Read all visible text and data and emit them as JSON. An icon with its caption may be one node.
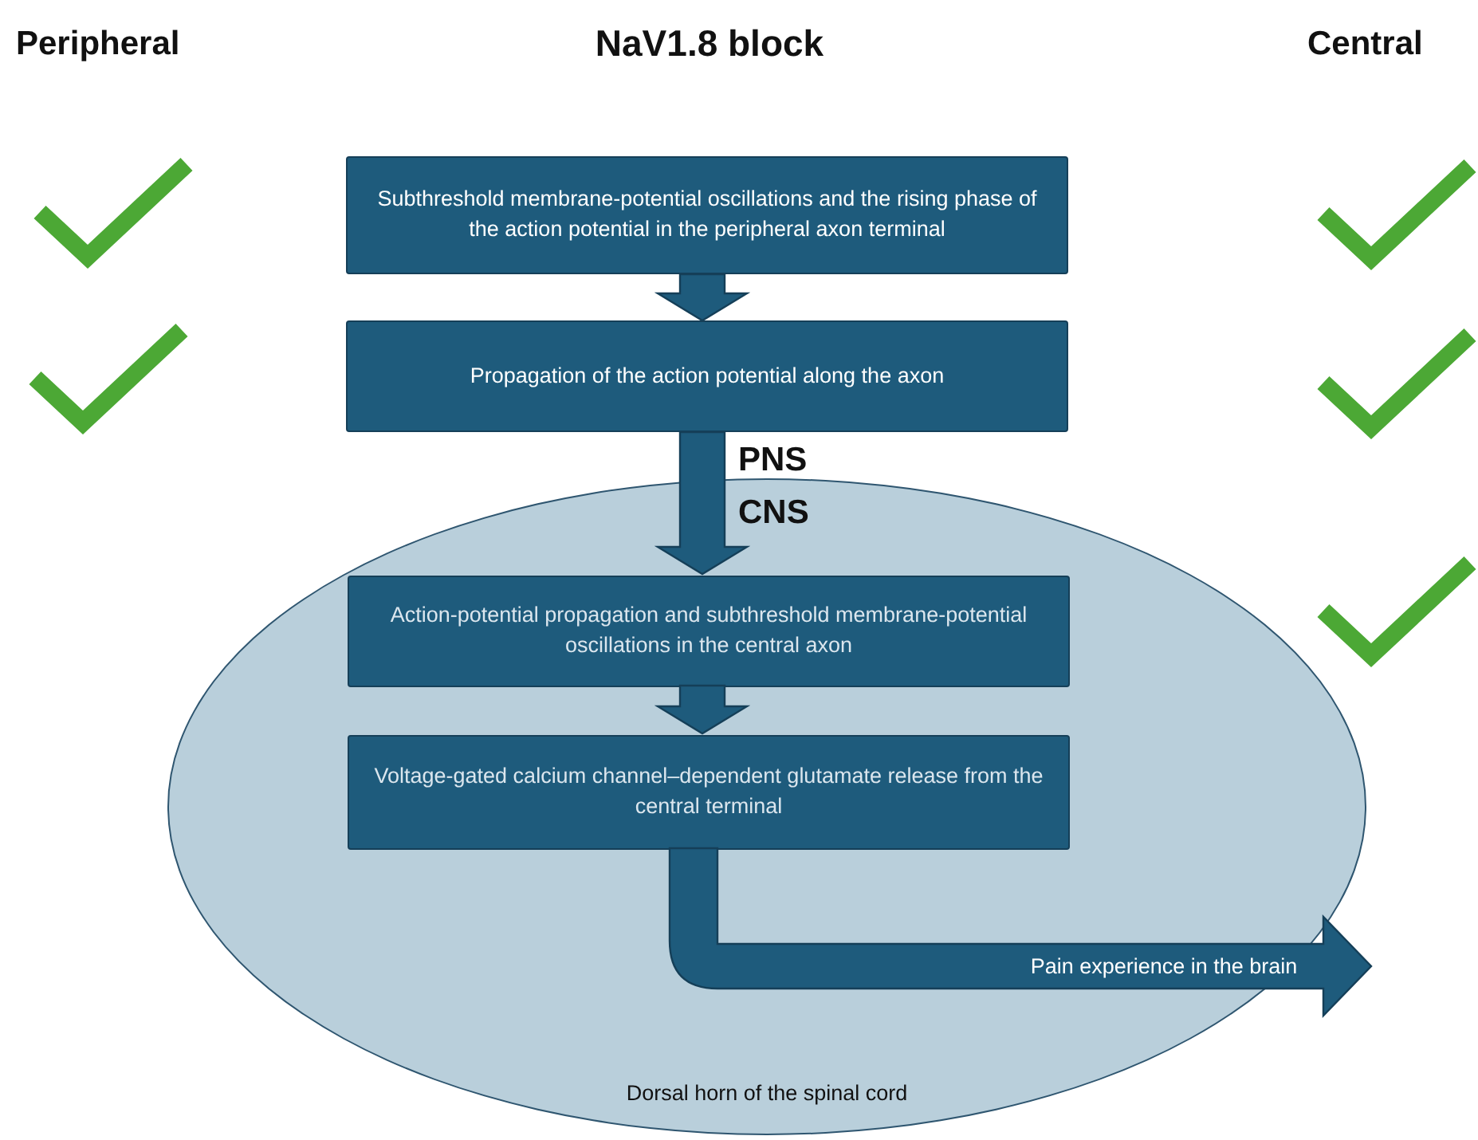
{
  "diagram": {
    "title": "NaV1.8 block",
    "nodes": [
      {
        "text": [
          "Subthreshold membrane-potential oscillations and the rising phase of the action potential in the peripheral axon terminal"
        ]
      },
      {
        "text": [
          "Propagation of the action potential along the axon"
        ]
      },
      {
        "text": [
          "Dorsal horn of the spinal cord"
        ]
      },
      {
        "text": [
          "Action-potential propagation and subthreshold membrane-potential oscillations in the central axon"
        ],
        "in": 2
      },
      {
        "text": [
          "Voltage-gated calcium channel–dependent glutamate release from the central terminal"
        ],
        "in": 2
      }
    ],
    "edges": [
      {
        "from": 0,
        "to": 1,
        "arrow": "to"
      },
      {
        "from": 1,
        "to": 3,
        "arrow": "to"
      },
      {
        "from": 3,
        "to": 4,
        "arrow": "to"
      },
      {
        "from": 4,
        "to": null,
        "arrow": "to",
        "label": "Pain experience in the brain"
      }
    ],
    "labels": [
      "Peripheral",
      "Central",
      "PNS",
      "CNS"
    ]
  }
}
